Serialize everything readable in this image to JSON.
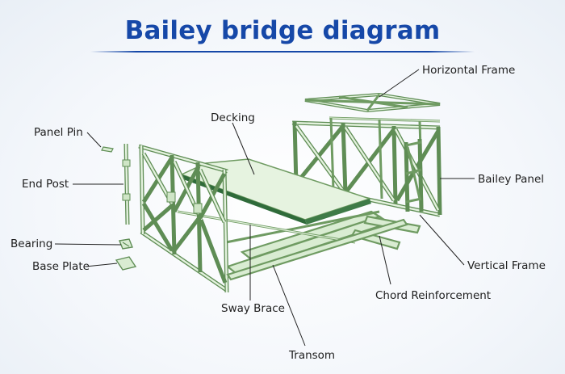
{
  "title": "Bailey bridge diagram",
  "labels": {
    "horizontal_frame": "Horizontal Frame",
    "decking": "Decking",
    "panel_pin": "Panel Pin",
    "end_post": "End Post",
    "bailey_panel": "Bailey Panel",
    "bearing": "Bearing",
    "base_plate": "Base Plate",
    "vertical_frame": "Vertical Frame",
    "chord_reinforcement": "Chord Reinforcement",
    "sway_brace": "Sway Brace",
    "transom": "Transom"
  },
  "colors": {
    "title": "#1648a8",
    "steel": "#5f8d55",
    "steel_highlight": "#e4f2de",
    "decking_top": "#e6f3e0",
    "decking_edge": "#2f6b3a"
  }
}
